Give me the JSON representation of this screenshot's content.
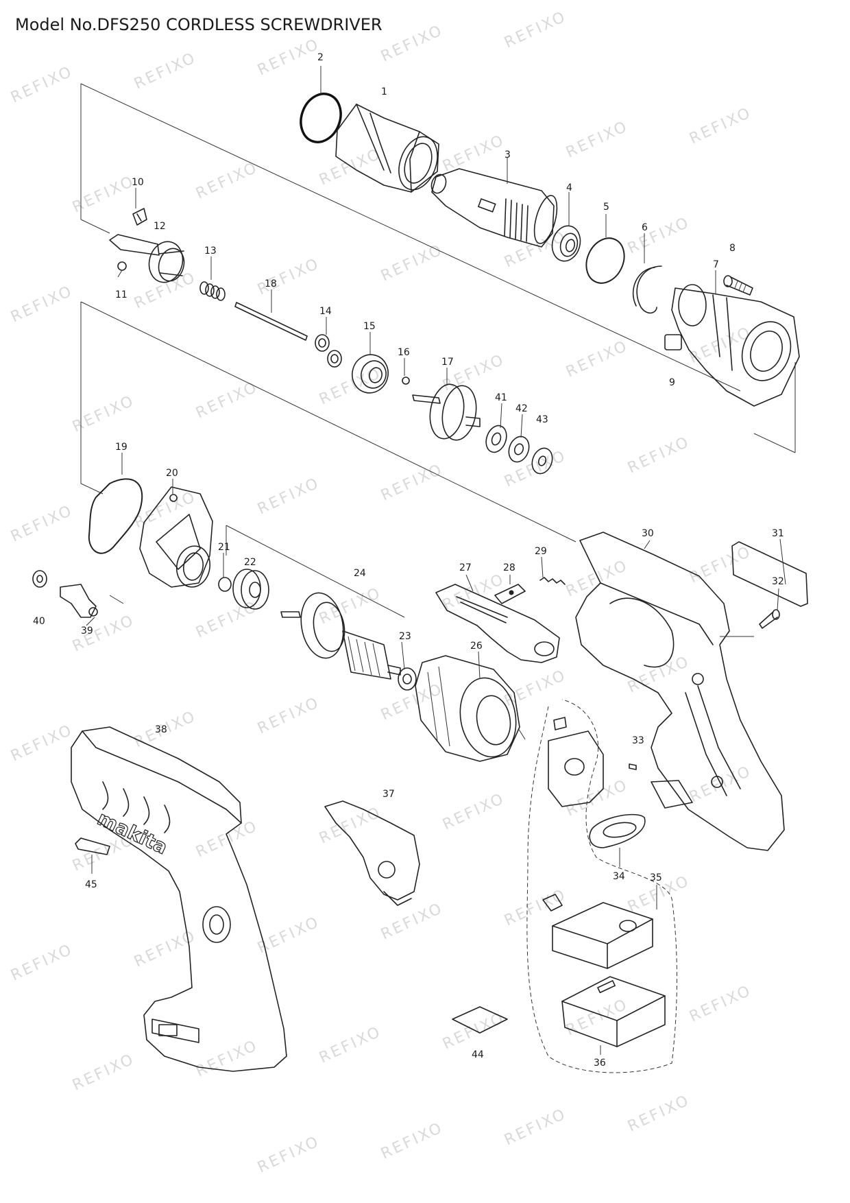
{
  "title": "Model No.DFS250 CORDLESS SCREWDRIVER",
  "watermark": "REFIXO",
  "colors": {
    "line": "#222222",
    "watermark": "#d9d9d9",
    "background": "#ffffff"
  },
  "parts": [
    {
      "id": "p1",
      "label": "1"
    },
    {
      "id": "p2",
      "label": "2"
    },
    {
      "id": "p3",
      "label": "3"
    },
    {
      "id": "p4",
      "label": "4"
    },
    {
      "id": "p5",
      "label": "5"
    },
    {
      "id": "p6",
      "label": "6"
    },
    {
      "id": "p7",
      "label": "7"
    },
    {
      "id": "p8",
      "label": "8"
    },
    {
      "id": "p9",
      "label": "9"
    },
    {
      "id": "p10",
      "label": "10"
    },
    {
      "id": "p11",
      "label": "11"
    },
    {
      "id": "p12",
      "label": "12"
    },
    {
      "id": "p13",
      "label": "13"
    },
    {
      "id": "p14",
      "label": "14"
    },
    {
      "id": "p15",
      "label": "15"
    },
    {
      "id": "p16",
      "label": "16"
    },
    {
      "id": "p17",
      "label": "17"
    },
    {
      "id": "p18",
      "label": "18"
    },
    {
      "id": "p19",
      "label": "19"
    },
    {
      "id": "p20",
      "label": "20"
    },
    {
      "id": "p21",
      "label": "21"
    },
    {
      "id": "p22",
      "label": "22"
    },
    {
      "id": "p23",
      "label": "23"
    },
    {
      "id": "p24",
      "label": "24"
    },
    {
      "id": "p26",
      "label": "26"
    },
    {
      "id": "p27",
      "label": "27"
    },
    {
      "id": "p28",
      "label": "28"
    },
    {
      "id": "p29",
      "label": "29"
    },
    {
      "id": "p30",
      "label": "30"
    },
    {
      "id": "p31",
      "label": "31"
    },
    {
      "id": "p32",
      "label": "32"
    },
    {
      "id": "p33",
      "label": "33"
    },
    {
      "id": "p34",
      "label": "34"
    },
    {
      "id": "p35",
      "label": "35"
    },
    {
      "id": "p36",
      "label": "36"
    },
    {
      "id": "p37",
      "label": "37"
    },
    {
      "id": "p38",
      "label": "38"
    },
    {
      "id": "p39",
      "label": "39"
    },
    {
      "id": "p40",
      "label": "40"
    },
    {
      "id": "p41",
      "label": "41"
    },
    {
      "id": "p42",
      "label": "42"
    },
    {
      "id": "p43",
      "label": "43"
    },
    {
      "id": "p44",
      "label": "44"
    },
    {
      "id": "p45",
      "label": "45"
    }
  ],
  "housing_logo": "makita"
}
